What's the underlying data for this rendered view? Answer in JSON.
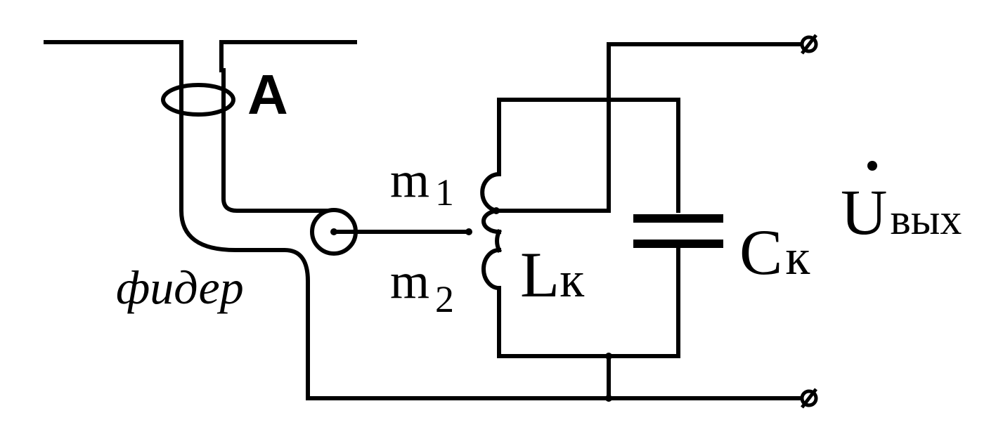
{
  "diagram": {
    "antenna_label": "A",
    "feeder_label": "фидер",
    "m1": {
      "main": "m",
      "sub": "1"
    },
    "m2": {
      "main": "m",
      "sub": "2"
    },
    "inductor": {
      "main": "L",
      "sub": "к"
    },
    "capacitor": {
      "main": "C",
      "sub": "к"
    },
    "output": {
      "main": "U",
      "sub": "вых"
    },
    "terminal_symbol": "⌀"
  },
  "colors": {
    "line": "#000000",
    "background": "#ffffff"
  }
}
